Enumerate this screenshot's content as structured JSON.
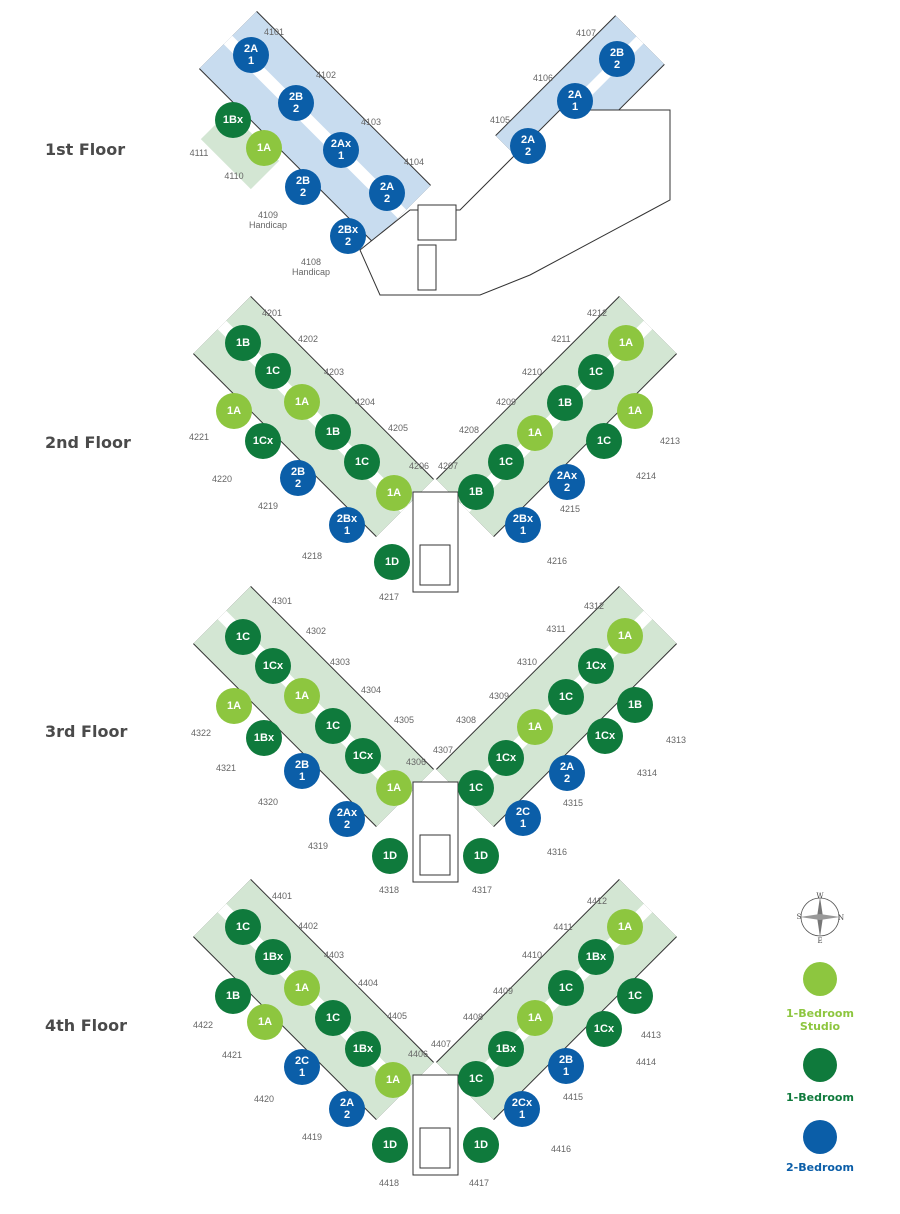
{
  "colors": {
    "studio": "#8dc63f",
    "one_bed": "#0f7a3c",
    "two_bed": "#0b5ea8",
    "wing_one": "#d3e6d3",
    "wing_two": "#c8dcef"
  },
  "floors": [
    {
      "title": "1st Floor",
      "badges": [
        {
          "l": "2A",
          "s": "1",
          "t": "two_bed"
        },
        {
          "l": "2B",
          "s": "2",
          "t": "two_bed"
        },
        {
          "l": "2Ax",
          "s": "1",
          "t": "two_bed"
        },
        {
          "l": "2A",
          "s": "2",
          "t": "two_bed"
        },
        {
          "l": "2Bx",
          "s": "2",
          "t": "two_bed"
        },
        {
          "l": "2B",
          "s": "2",
          "t": "two_bed"
        },
        {
          "l": "1A",
          "s": "",
          "t": "studio"
        },
        {
          "l": "1Bx",
          "s": "",
          "t": "one_bed"
        },
        {
          "l": "2A",
          "s": "2",
          "t": "two_bed"
        },
        {
          "l": "2A",
          "s": "1",
          "t": "two_bed"
        },
        {
          "l": "2B",
          "s": "2",
          "t": "two_bed"
        }
      ],
      "units": [
        {
          "n": "4101"
        },
        {
          "n": "4102"
        },
        {
          "n": "4103"
        },
        {
          "n": "4104"
        },
        {
          "n": "4105"
        },
        {
          "n": "4106"
        },
        {
          "n": "4107"
        },
        {
          "n": "4108",
          "note": "Handicap"
        },
        {
          "n": "4109",
          "note": "Handicap"
        },
        {
          "n": "4110"
        },
        {
          "n": "4111"
        }
      ]
    },
    {
      "title": "2nd Floor",
      "badges": [
        {
          "l": "1B",
          "s": "",
          "t": "one_bed"
        },
        {
          "l": "1C",
          "s": "",
          "t": "one_bed"
        },
        {
          "l": "1A",
          "s": "",
          "t": "studio"
        },
        {
          "l": "1B",
          "s": "",
          "t": "one_bed"
        },
        {
          "l": "1C",
          "s": "",
          "t": "one_bed"
        },
        {
          "l": "1A",
          "s": "",
          "t": "studio"
        },
        {
          "l": "1D",
          "s": "",
          "t": "one_bed"
        },
        {
          "l": "2Bx",
          "s": "1",
          "t": "two_bed"
        },
        {
          "l": "2B",
          "s": "2",
          "t": "two_bed"
        },
        {
          "l": "1Cx",
          "s": "",
          "t": "one_bed"
        },
        {
          "l": "1A",
          "s": "",
          "t": "studio"
        },
        {
          "l": "1A",
          "s": "",
          "t": "studio"
        },
        {
          "l": "1C",
          "s": "",
          "t": "one_bed"
        },
        {
          "l": "1B",
          "s": "",
          "t": "one_bed"
        },
        {
          "l": "1A",
          "s": "",
          "t": "studio"
        },
        {
          "l": "1C",
          "s": "",
          "t": "one_bed"
        },
        {
          "l": "1B",
          "s": "",
          "t": "one_bed"
        },
        {
          "l": "2Bx",
          "s": "1",
          "t": "two_bed"
        },
        {
          "l": "2Ax",
          "s": "2",
          "t": "two_bed"
        },
        {
          "l": "1C",
          "s": "",
          "t": "one_bed"
        },
        {
          "l": "1A",
          "s": "",
          "t": "studio"
        }
      ],
      "units": [
        {
          "n": "4201"
        },
        {
          "n": "4202"
        },
        {
          "n": "4203"
        },
        {
          "n": "4204"
        },
        {
          "n": "4205"
        },
        {
          "n": "4206"
        },
        {
          "n": "4207"
        },
        {
          "n": "4208"
        },
        {
          "n": "4209"
        },
        {
          "n": "4210"
        },
        {
          "n": "4211"
        },
        {
          "n": "4212"
        },
        {
          "n": "4213"
        },
        {
          "n": "4214"
        },
        {
          "n": "4215"
        },
        {
          "n": "4216"
        },
        {
          "n": "4217"
        },
        {
          "n": "4218"
        },
        {
          "n": "4219"
        },
        {
          "n": "4220"
        },
        {
          "n": "4221"
        }
      ]
    },
    {
      "title": "3rd Floor",
      "badges": [
        {
          "l": "1C",
          "s": "",
          "t": "one_bed"
        },
        {
          "l": "1Cx",
          "s": "",
          "t": "one_bed"
        },
        {
          "l": "1A",
          "s": "",
          "t": "studio"
        },
        {
          "l": "1C",
          "s": "",
          "t": "one_bed"
        },
        {
          "l": "1Cx",
          "s": "",
          "t": "one_bed"
        },
        {
          "l": "1A",
          "s": "",
          "t": "studio"
        },
        {
          "l": "1D",
          "s": "",
          "t": "one_bed"
        },
        {
          "l": "2Ax",
          "s": "2",
          "t": "two_bed"
        },
        {
          "l": "2B",
          "s": "1",
          "t": "two_bed"
        },
        {
          "l": "1Bx",
          "s": "",
          "t": "one_bed"
        },
        {
          "l": "1A",
          "s": "",
          "t": "studio"
        },
        {
          "l": "1A",
          "s": "",
          "t": "studio"
        },
        {
          "l": "1Cx",
          "s": "",
          "t": "one_bed"
        },
        {
          "l": "1C",
          "s": "",
          "t": "one_bed"
        },
        {
          "l": "1A",
          "s": "",
          "t": "studio"
        },
        {
          "l": "1Cx",
          "s": "",
          "t": "one_bed"
        },
        {
          "l": "1C",
          "s": "",
          "t": "one_bed"
        },
        {
          "l": "1D",
          "s": "",
          "t": "one_bed"
        },
        {
          "l": "2C",
          "s": "1",
          "t": "two_bed"
        },
        {
          "l": "2A",
          "s": "2",
          "t": "two_bed"
        },
        {
          "l": "1Cx",
          "s": "",
          "t": "one_bed"
        },
        {
          "l": "1B",
          "s": "",
          "t": "one_bed"
        }
      ],
      "units": [
        {
          "n": "4301"
        },
        {
          "n": "4302"
        },
        {
          "n": "4303"
        },
        {
          "n": "4304"
        },
        {
          "n": "4305"
        },
        {
          "n": "4306"
        },
        {
          "n": "4307"
        },
        {
          "n": "4308"
        },
        {
          "n": "4309"
        },
        {
          "n": "4310"
        },
        {
          "n": "4311"
        },
        {
          "n": "4312"
        },
        {
          "n": "4313"
        },
        {
          "n": "4314"
        },
        {
          "n": "4315"
        },
        {
          "n": "4316"
        },
        {
          "n": "4317"
        },
        {
          "n": "4318"
        },
        {
          "n": "4319"
        },
        {
          "n": "4320"
        },
        {
          "n": "4321"
        },
        {
          "n": "4322"
        }
      ]
    },
    {
      "title": "4th Floor",
      "badges": [
        {
          "l": "1C",
          "s": "",
          "t": "one_bed"
        },
        {
          "l": "1Bx",
          "s": "",
          "t": "one_bed"
        },
        {
          "l": "1A",
          "s": "",
          "t": "studio"
        },
        {
          "l": "1C",
          "s": "",
          "t": "one_bed"
        },
        {
          "l": "1Bx",
          "s": "",
          "t": "one_bed"
        },
        {
          "l": "1A",
          "s": "",
          "t": "studio"
        },
        {
          "l": "1D",
          "s": "",
          "t": "one_bed"
        },
        {
          "l": "2A",
          "s": "2",
          "t": "two_bed"
        },
        {
          "l": "2C",
          "s": "1",
          "t": "two_bed"
        },
        {
          "l": "1A",
          "s": "",
          "t": "studio"
        },
        {
          "l": "1B",
          "s": "",
          "t": "one_bed"
        },
        {
          "l": "1A",
          "s": "",
          "t": "studio"
        },
        {
          "l": "1Bx",
          "s": "",
          "t": "one_bed"
        },
        {
          "l": "1C",
          "s": "",
          "t": "one_bed"
        },
        {
          "l": "1A",
          "s": "",
          "t": "studio"
        },
        {
          "l": "1Bx",
          "s": "",
          "t": "one_bed"
        },
        {
          "l": "1C",
          "s": "",
          "t": "one_bed"
        },
        {
          "l": "1D",
          "s": "",
          "t": "one_bed"
        },
        {
          "l": "2Cx",
          "s": "1",
          "t": "two_bed"
        },
        {
          "l": "2B",
          "s": "1",
          "t": "two_bed"
        },
        {
          "l": "1Cx",
          "s": "",
          "t": "one_bed"
        },
        {
          "l": "1C",
          "s": "",
          "t": "one_bed"
        }
      ],
      "units": [
        {
          "n": "4401"
        },
        {
          "n": "4402"
        },
        {
          "n": "4403"
        },
        {
          "n": "4404"
        },
        {
          "n": "4405"
        },
        {
          "n": "4406"
        },
        {
          "n": "4407"
        },
        {
          "n": "4408"
        },
        {
          "n": "4409"
        },
        {
          "n": "4410"
        },
        {
          "n": "4411"
        },
        {
          "n": "4412"
        },
        {
          "n": "4413"
        },
        {
          "n": "4414"
        },
        {
          "n": "4415"
        },
        {
          "n": "4416"
        },
        {
          "n": "4417"
        },
        {
          "n": "4418"
        },
        {
          "n": "4419"
        },
        {
          "n": "4420"
        },
        {
          "n": "4421"
        },
        {
          "n": "4422"
        }
      ]
    }
  ],
  "compass": {
    "n": "N",
    "s": "S",
    "e": "E",
    "w": "W"
  },
  "legend": [
    {
      "label": "1-Bedroom",
      "label2": "Studio",
      "t": "studio"
    },
    {
      "label": "1-Bedroom",
      "label2": "",
      "t": "one_bed"
    },
    {
      "label": "2-Bedroom",
      "label2": "",
      "t": "two_bed"
    }
  ]
}
